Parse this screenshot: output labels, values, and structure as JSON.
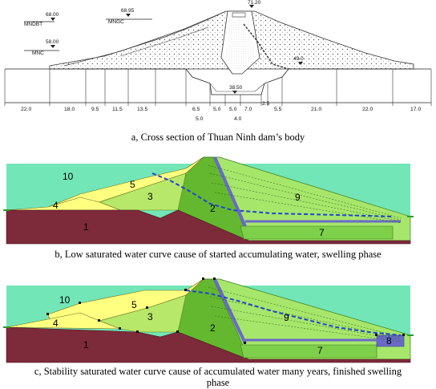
{
  "panel_a": {
    "caption": "a, Cross section of Thuan Ninh dam’s body",
    "levels": [
      {
        "name": "MNDBT",
        "value": "68.00"
      },
      {
        "name": "MNGC",
        "value": "68.95"
      },
      {
        "name": "MNC",
        "value": "58.00"
      },
      {
        "name": "",
        "value": "71.20"
      },
      {
        "name": "",
        "value": "49.0"
      },
      {
        "name": "",
        "value": "38.50"
      }
    ],
    "dims_top": [
      "22.0",
      "18.0",
      "9.5",
      "11.5",
      "13.5",
      "6.5",
      "5.0",
      "5.0",
      "7.0",
      "2.5",
      "5.5",
      "21.0",
      "22.0",
      "17.0"
    ],
    "dims_bottom": [
      "5.0",
      "4.0"
    ]
  },
  "panel_b": {
    "caption": "b, Low saturated water curve cause of started accumulating water, swelling phase",
    "zones": [
      "10",
      "5",
      "3",
      "4",
      "2",
      "9",
      "1",
      "7"
    ]
  },
  "panel_c": {
    "caption": "c, Stability saturated water curve cause of accumulated water many years, finished swelling",
    "caption_line2": "phase",
    "zones": [
      "10",
      "5",
      "3",
      "4",
      "2",
      "9",
      "1",
      "7",
      "8"
    ]
  },
  "colors": {
    "foundation": "#7d2a3a",
    "reservoir": "#73e6b7",
    "zone_yellow": "#ffff80",
    "zone_light_green": "#a6e66b",
    "zone_green": "#64b830",
    "core": "#6a6ac8",
    "phreatic": "#2244cc"
  }
}
